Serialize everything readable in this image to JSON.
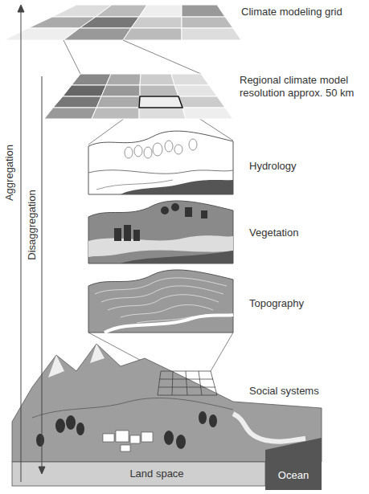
{
  "diagram": {
    "labels": [
      "Climate modeling grid",
      "Regional climate model resolution approx. 50 km",
      "Hydrology",
      "Vegetation",
      "Topography",
      "Social systems",
      "Aggregation",
      "Disaggregation",
      "Land space",
      "Ocean"
    ]
  }
}
